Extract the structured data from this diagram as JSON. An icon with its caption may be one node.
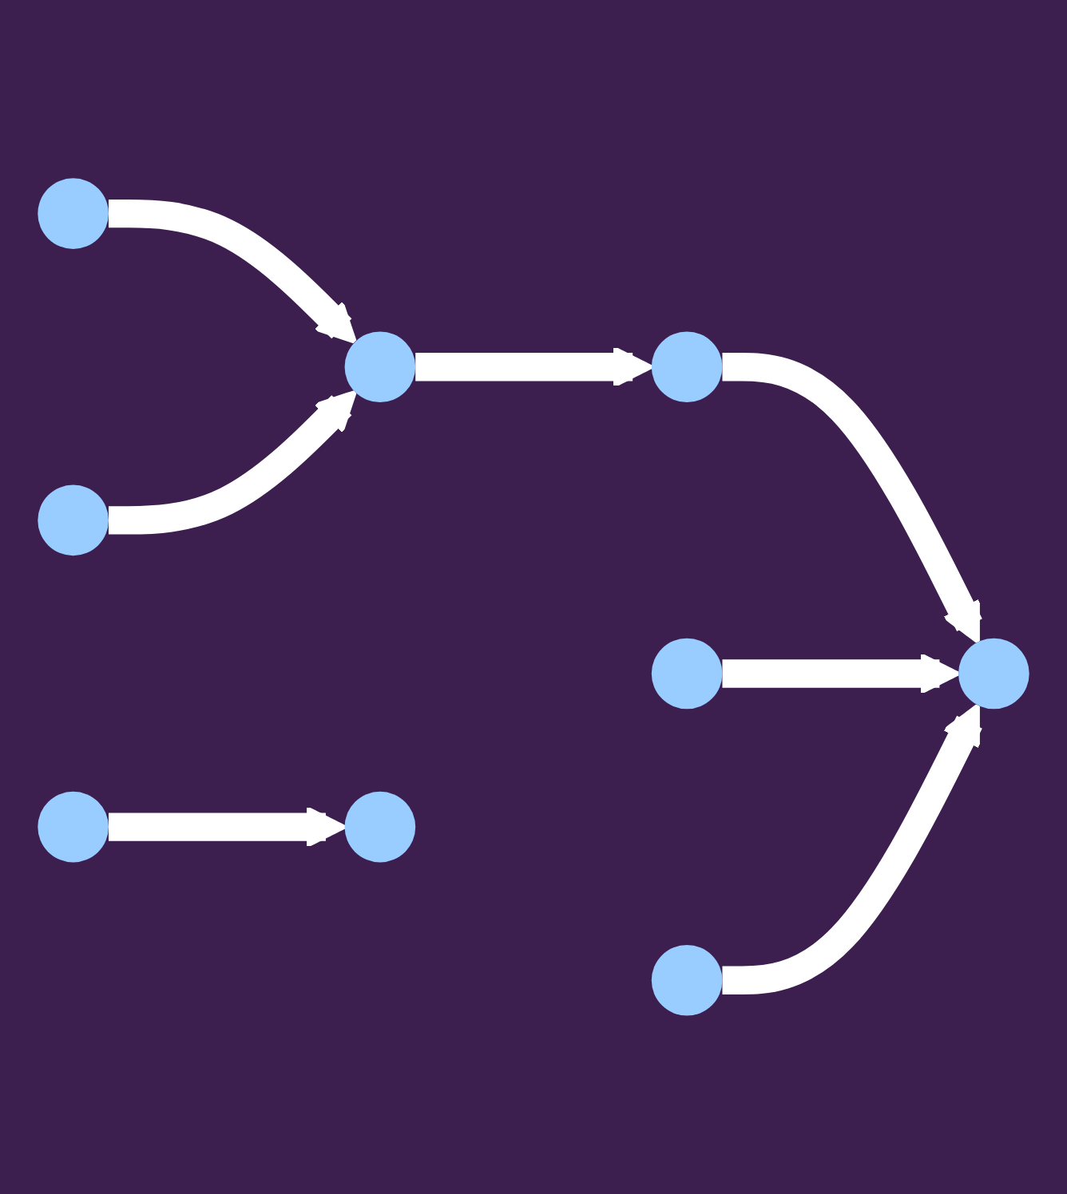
{
  "diagram": {
    "nodes": [
      {
        "text": [],
        "shape": "circle"
      },
      {
        "text": [],
        "shape": "circle"
      },
      {
        "text": [],
        "shape": "circle"
      },
      {
        "text": [],
        "shape": "circle"
      },
      {
        "text": [],
        "shape": "circle"
      },
      {
        "text": [],
        "shape": "circle"
      },
      {
        "text": [],
        "shape": "circle"
      },
      {
        "text": [],
        "shape": "circle"
      },
      {
        "text": [],
        "shape": "circle"
      }
    ],
    "edges": [
      {
        "from": 0,
        "to": 3,
        "arrow": "to"
      },
      {
        "from": 1,
        "to": 3,
        "arrow": "to"
      },
      {
        "from": 3,
        "to": 2,
        "arrow": "to"
      },
      {
        "from": 2,
        "to": 4,
        "arrow": "to"
      },
      {
        "from": 5,
        "to": 4,
        "arrow": "to"
      },
      {
        "from": 7,
        "to": 4,
        "arrow": "to"
      },
      {
        "from": 6,
        "to": 8,
        "arrow": "to"
      }
    ]
  }
}
